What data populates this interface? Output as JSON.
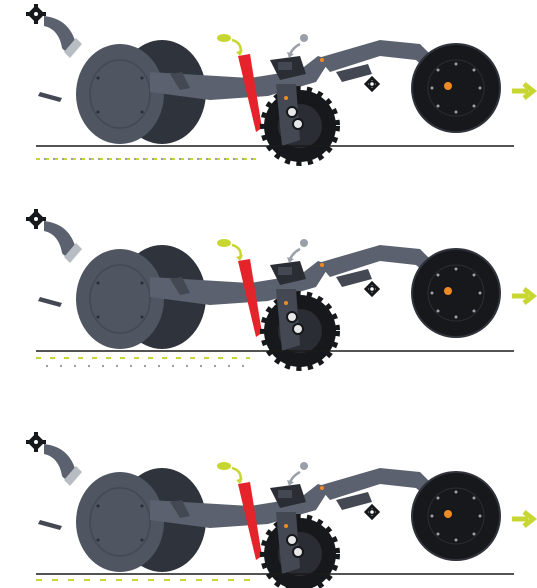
{
  "colors": {
    "frame": "#5b616e",
    "frame_dark": "#434853",
    "wheel": "#4f5561",
    "wheel_back": "#2f333b",
    "tire_black": "#17181b",
    "coulter_red": "#e5232b",
    "accent_green": "#c8d631",
    "seed_grey": "#9aa0a8",
    "arm_light": "#b8bcc3",
    "orange_dot": "#f08a22",
    "ground": "#1a1a1a"
  },
  "icons": {
    "seed_drop": "seed-drop-icon",
    "fertilizer_drop": "fertilizer-drop-icon",
    "direction": "arrow-right-icon"
  },
  "variants": [
    {
      "id": "row-1",
      "pattern": "fertilizer-and-seed-alternating"
    },
    {
      "id": "row-2",
      "pattern": "fertilizer-and-seed-spaced"
    },
    {
      "id": "row-3",
      "pattern": "fertilizer-only"
    }
  ]
}
